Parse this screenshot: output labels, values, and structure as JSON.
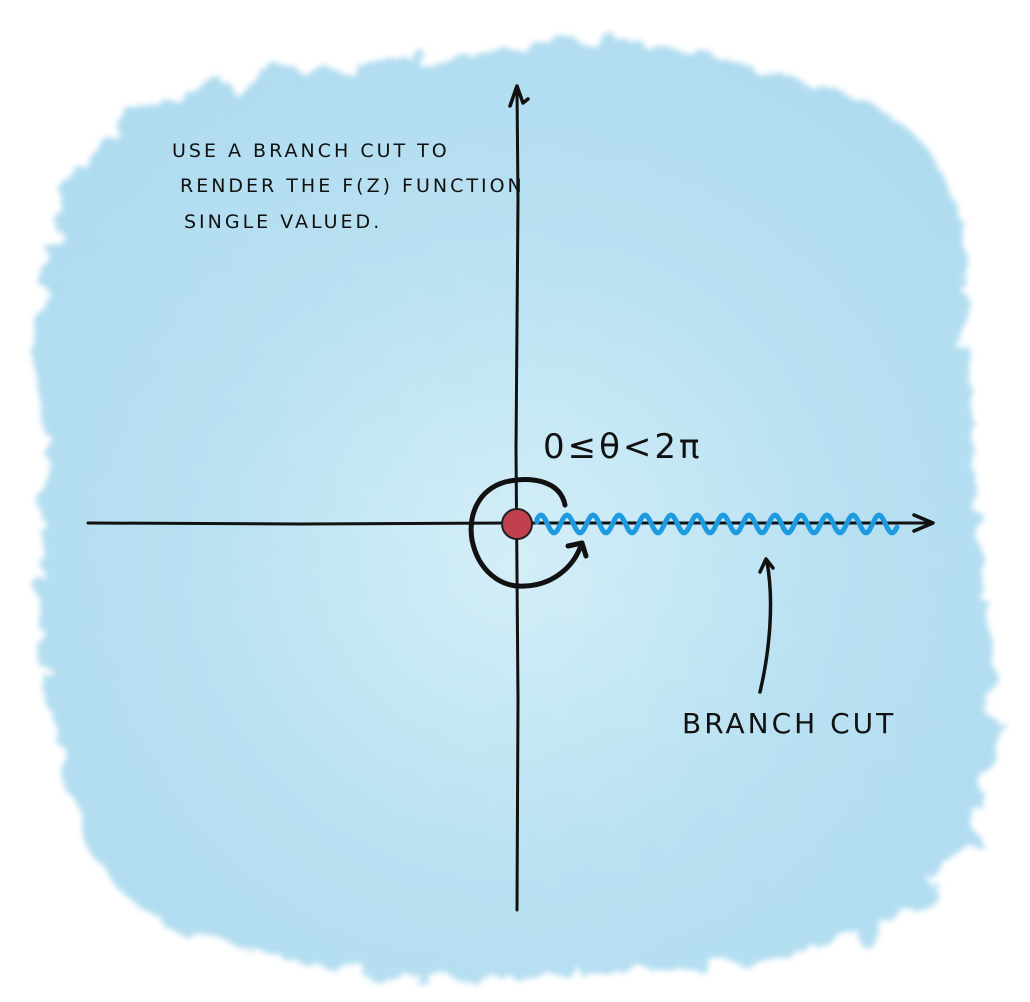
{
  "diagram": {
    "title_note": {
      "lines": [
        "USE A BRANCH CUT TO",
        "RENDER THE f(z) FUNCTION",
        "SINGLE VALUED."
      ]
    },
    "angle_range_label": "0≤θ<2π",
    "branch_cut_label": "BRANCH CUT",
    "colors": {
      "background_wash": "#b5dff1",
      "background_wash_light": "#d6eef8",
      "axis": "#111111",
      "branch_point": "#c0404f",
      "branch_cut": "#1e9be0"
    },
    "elements": {
      "axes": "complex-plane",
      "branch_point": "origin",
      "branch_cut_direction": "positive real axis",
      "rotation_arrow": "counterclockwise around origin"
    }
  }
}
